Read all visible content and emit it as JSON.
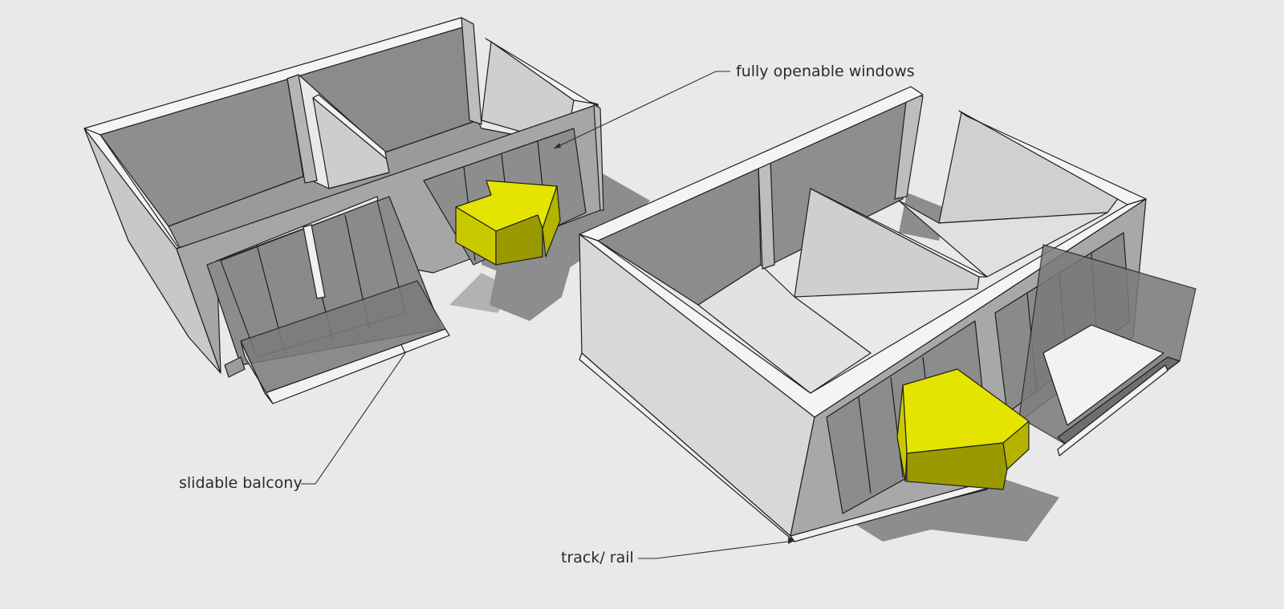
{
  "callouts": {
    "windows": "fully openable windows",
    "balcony": "slidable balcony",
    "track": "track/ rail"
  },
  "colors": {
    "background": "#e9e9e9",
    "wall_light": "#d4d4d4",
    "wall_mid": "#a9a9a9",
    "wall_dark": "#8a8a8a",
    "wall_top": "#f4f4f4",
    "shadow": "#7d7d7d",
    "arrow_face": "#e4e400",
    "arrow_side": "#a3a300",
    "glass": "#8f8f8f",
    "line": "#1e1e1e"
  }
}
